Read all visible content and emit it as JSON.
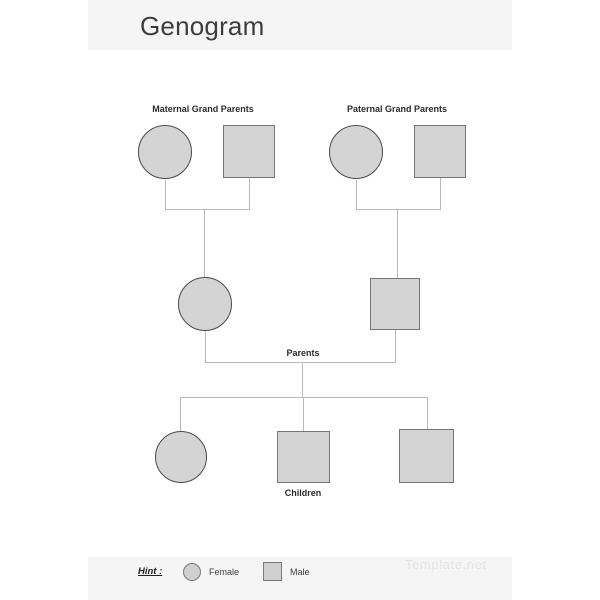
{
  "header": {
    "title": "Genogram"
  },
  "diagram": {
    "group_labels": {
      "maternal": "Maternal Grand Parents",
      "paternal": "Paternal Grand Parents",
      "parents": "Parents",
      "children": "Children"
    },
    "nodes": [
      {
        "id": "maternal-grandmother",
        "shape": "circle",
        "gender": "female",
        "group": "maternal-grandparents"
      },
      {
        "id": "maternal-grandfather",
        "shape": "square",
        "gender": "male",
        "group": "maternal-grandparents"
      },
      {
        "id": "paternal-grandmother",
        "shape": "circle",
        "gender": "female",
        "group": "paternal-grandparents"
      },
      {
        "id": "paternal-grandfather",
        "shape": "square",
        "gender": "male",
        "group": "paternal-grandparents"
      },
      {
        "id": "mother",
        "shape": "circle",
        "gender": "female",
        "group": "parents"
      },
      {
        "id": "father",
        "shape": "square",
        "gender": "male",
        "group": "parents"
      },
      {
        "id": "daughter",
        "shape": "circle",
        "gender": "female",
        "group": "children"
      },
      {
        "id": "son-1",
        "shape": "square",
        "gender": "male",
        "group": "children"
      },
      {
        "id": "son-2",
        "shape": "square",
        "gender": "male",
        "group": "children"
      }
    ]
  },
  "legend": {
    "hint_label": "Hint :",
    "items": [
      {
        "shape": "circle",
        "label": "Female"
      },
      {
        "shape": "square",
        "label": "Male"
      }
    ]
  },
  "footer": {
    "watermark": "Template.net"
  },
  "colors": {
    "band_background": "#f5f5f5",
    "shape_fill": "#d4d4d4",
    "circle_border": "#4a4a4a",
    "square_border": "#757575",
    "connector_line": "#b9b9b9",
    "title_text": "#3d3d3d",
    "label_text": "#2b2b2b",
    "watermark_text": "#e3e3e3"
  }
}
